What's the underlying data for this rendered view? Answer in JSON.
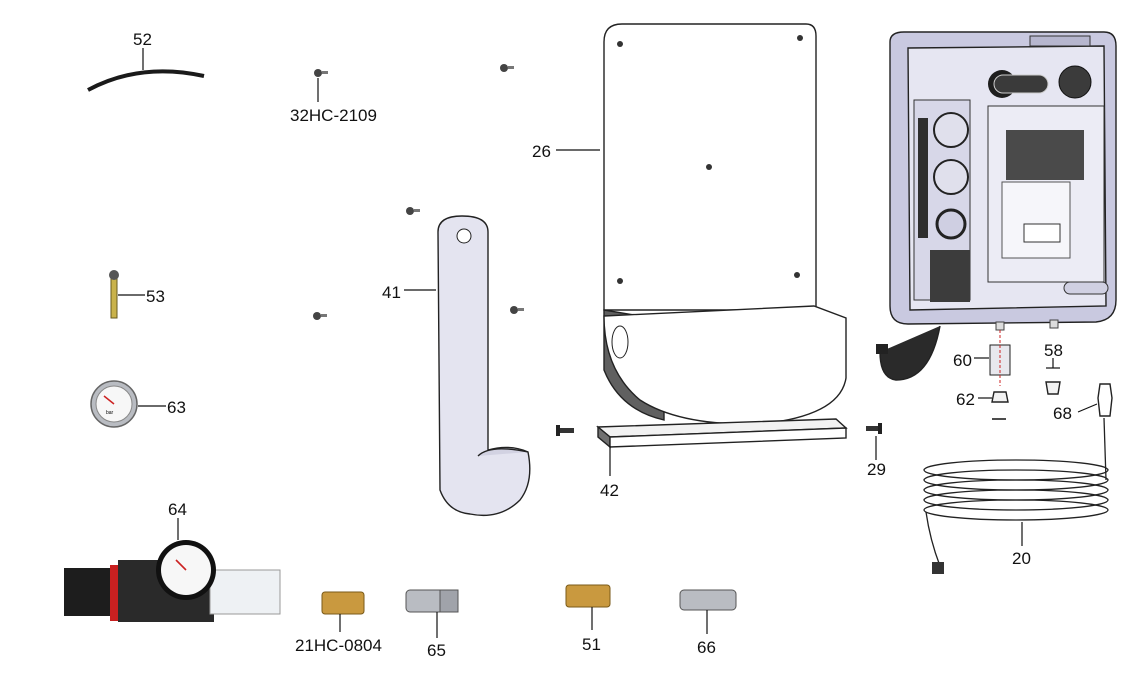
{
  "labels": {
    "p52": "52",
    "p32hc2109": "32HC-2109",
    "p26": "26",
    "p41": "41",
    "p53": "53",
    "p63": "63",
    "p64": "64",
    "p42": "42",
    "p29": "29",
    "p60": "60",
    "p58": "58",
    "p62": "62",
    "p68": "68",
    "p20": "20",
    "p21hc0804": "21HC-0804",
    "p65": "65",
    "p51": "51",
    "p66": "66"
  },
  "gauge_face_text": "bar",
  "colors": {
    "brass": "#c9993f",
    "steel": "#b9bcc2",
    "panel_fill": "#f4f4f8",
    "body_blue": "#c9c9e0",
    "dark": "#2b2b2b"
  }
}
